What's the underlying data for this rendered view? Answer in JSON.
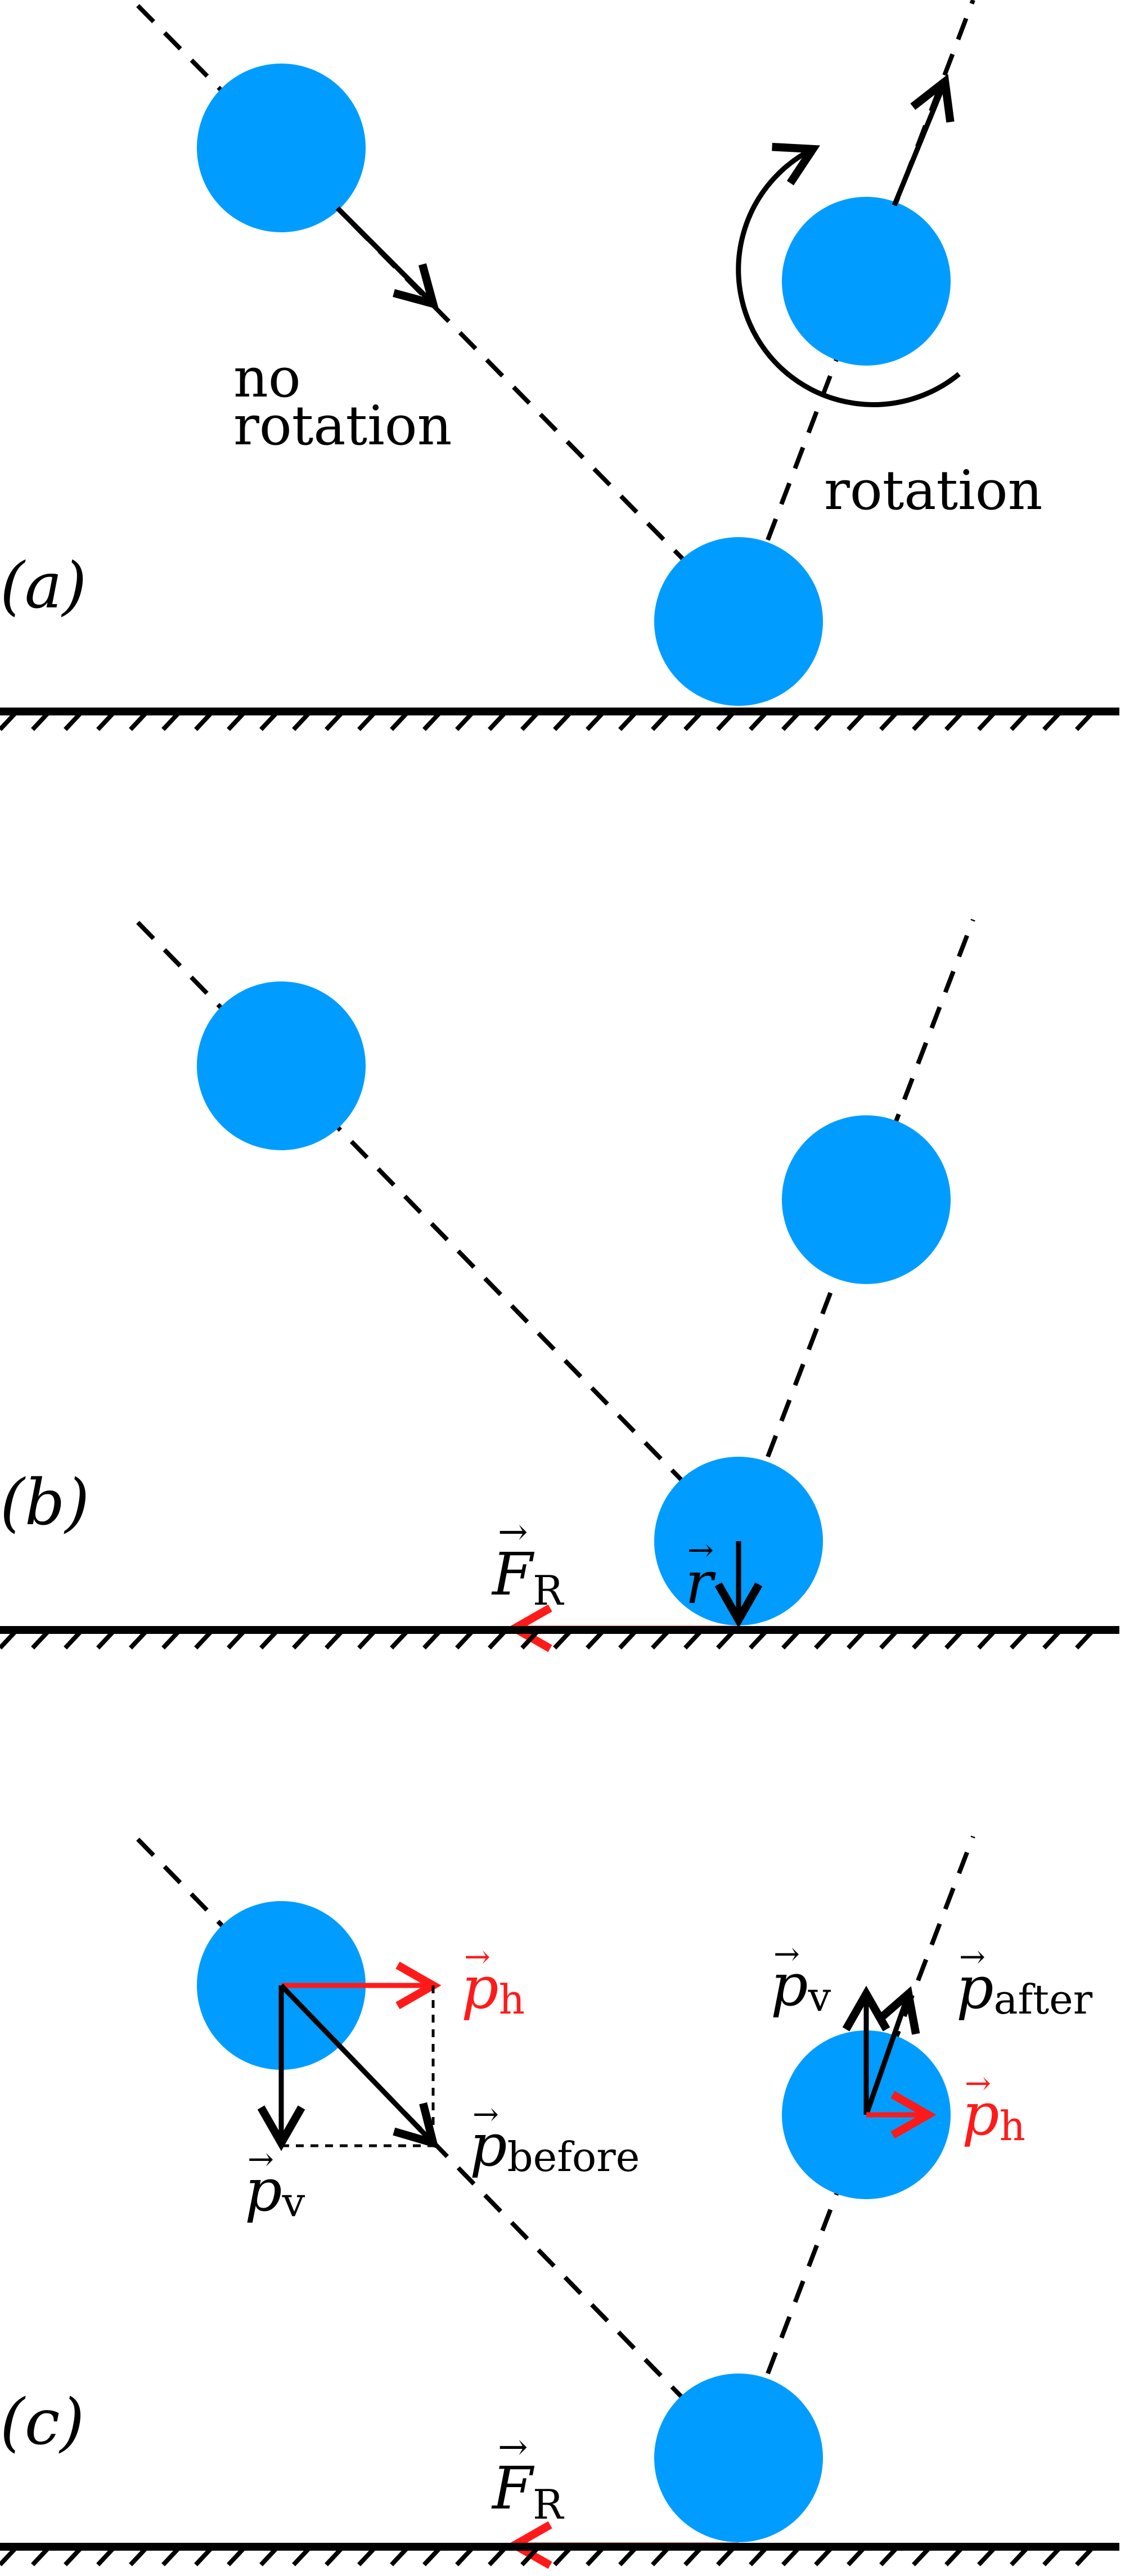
{
  "colors": {
    "ball": "#009cff",
    "ink": "#000000",
    "accent_red": "#ff1a1a"
  },
  "panel_a": {
    "label": "(a)",
    "no_rotation_line1": "no",
    "no_rotation_line2": "rotation",
    "rotation": "rotation"
  },
  "panel_b": {
    "label": "(b)",
    "force_symbol": "F",
    "force_subscript": "R",
    "radius_symbol": "r"
  },
  "panel_c": {
    "label": "(c)",
    "force_symbol": "F",
    "force_subscript": "R",
    "p_symbol": "p",
    "sub_h": "h",
    "sub_v": "v",
    "sub_before": "before",
    "sub_after": "after"
  }
}
